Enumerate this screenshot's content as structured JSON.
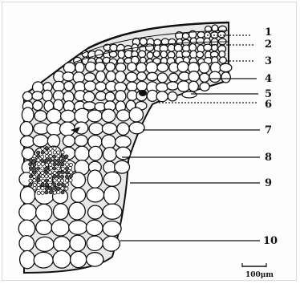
{
  "labels": [
    "1",
    "2",
    "3",
    "4",
    "5",
    "6",
    "7",
    "8",
    "9",
    "10"
  ],
  "scale_bar": {
    "text": "100μm"
  },
  "colors": {
    "ink": "#111111",
    "paper": "#fdfdfd",
    "lumen": "#ffffff"
  }
}
